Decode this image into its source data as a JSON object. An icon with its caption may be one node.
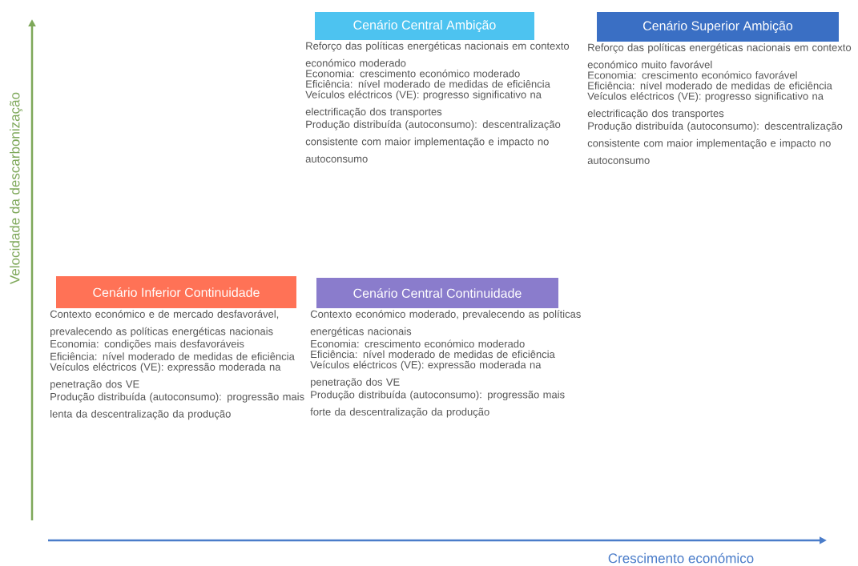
{
  "diagram": {
    "nodes": [
      {
        "text": [
          "Cenário Central Ambição",
          "Reforço das políticas energéticas nacionais em contexto económico moderado",
          "Economia: crescimento económico moderado",
          "Eficiência: nível moderado de medidas de eficiência",
          "Veículos eléctricos (VE): progresso significativo na electrificação dos transportes",
          "Produção distribuída (autoconsumo): descentralização consistente com maior implementação e impacto no autoconsumo"
        ]
      },
      {
        "text": [
          "Cenário Superior Ambição",
          "Reforço das políticas energéticas nacionais em contexto económico muito favorável",
          "Economia: crescimento económico favorável",
          "Eficiência: nível moderado de medidas de eficiência",
          "Veículos eléctricos (VE): progresso significativo na electrificação dos transportes",
          "Produção distribuída (autoconsumo): descentralização consistente com maior implementação e impacto no autoconsumo"
        ]
      },
      {
        "text": [
          "Cenário Inferior Continuidade",
          "Contexto económico e de mercado desfavorável, prevalecendo as políticas energéticas nacionais",
          "Economia: condições mais desfavoráveis",
          "Eficiência: nível moderado de medidas de eficiência",
          "Veículos eléctricos (VE): expressão moderada na penetração dos VE",
          "Produção distribuída (autoconsumo): progressão mais lenta da descentralização da produção"
        ]
      },
      {
        "text": [
          "Cenário Central Continuidade",
          "Contexto económico moderado, prevalecendo as políticas energéticas nacionais",
          "Economia: crescimento económico moderado",
          "Eficiência: nível moderado de medidas de eficiência",
          "Veículos eléctricos (VE): expressão moderada na penetração dos VE",
          "Produção distribuída (autoconsumo): progressão mais forte da descentralização da produção"
        ]
      }
    ],
    "labels": [
      "Velocidade da descarbonização",
      "Crescimento económico"
    ]
  }
}
